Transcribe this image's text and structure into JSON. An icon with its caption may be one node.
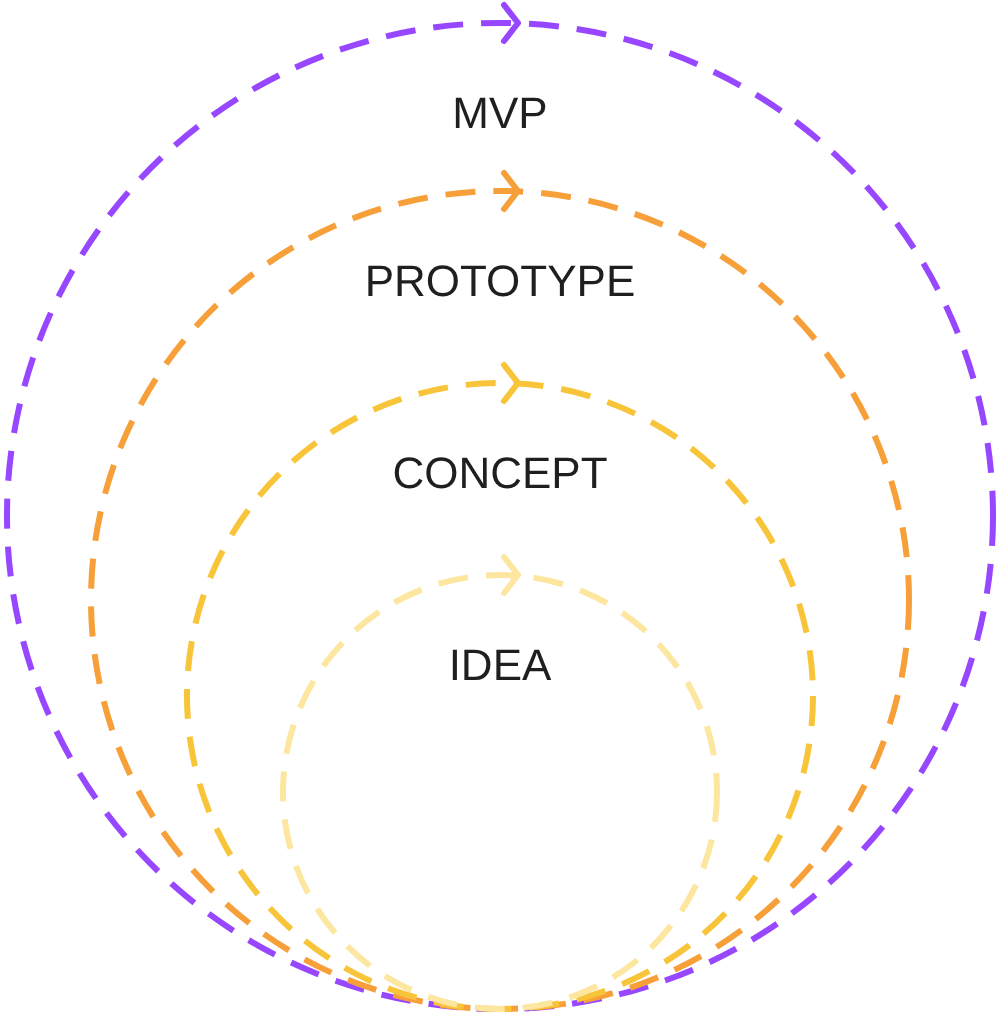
{
  "diagram": {
    "nodes": [
      {
        "text": [
          "MVP"
        ]
      },
      {
        "text": [
          "PROTOTYPE"
        ],
        "in": 0
      },
      {
        "text": [
          "CONCEPT"
        ],
        "in": 1
      },
      {
        "text": [
          "IDEA"
        ],
        "in": 2
      }
    ]
  }
}
